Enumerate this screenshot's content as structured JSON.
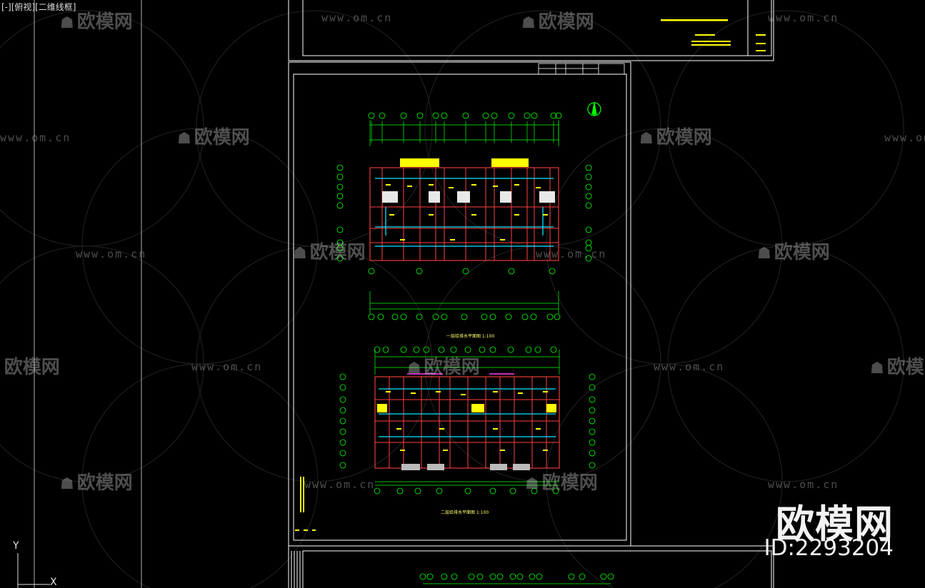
{
  "viewport": {
    "label": "[-][俯视][二维线框]"
  },
  "watermarks": {
    "url": "www.om.cn",
    "brand": "欧模网"
  },
  "badge": {
    "brand": "欧模网",
    "id": "ID:2293204"
  },
  "ucs": {
    "y_label": "Y",
    "x_label": "X"
  },
  "drawing": {
    "plan1_title": "一层给排水平面图 1:100",
    "plan2_title": "二层给排水平面图 1:100"
  },
  "colors": {
    "background": "#000000",
    "sheet_border": "#ffffff",
    "wall": "#ff4040",
    "pipe_cyan": "#00e5ff",
    "dimension": "#00ff00",
    "text": "#ffff00",
    "magenta": "#ff40ff"
  },
  "icons": {
    "ucs": "ucs-icon",
    "north": "north-arrow-icon",
    "sofa": "sofa-logo-icon"
  }
}
